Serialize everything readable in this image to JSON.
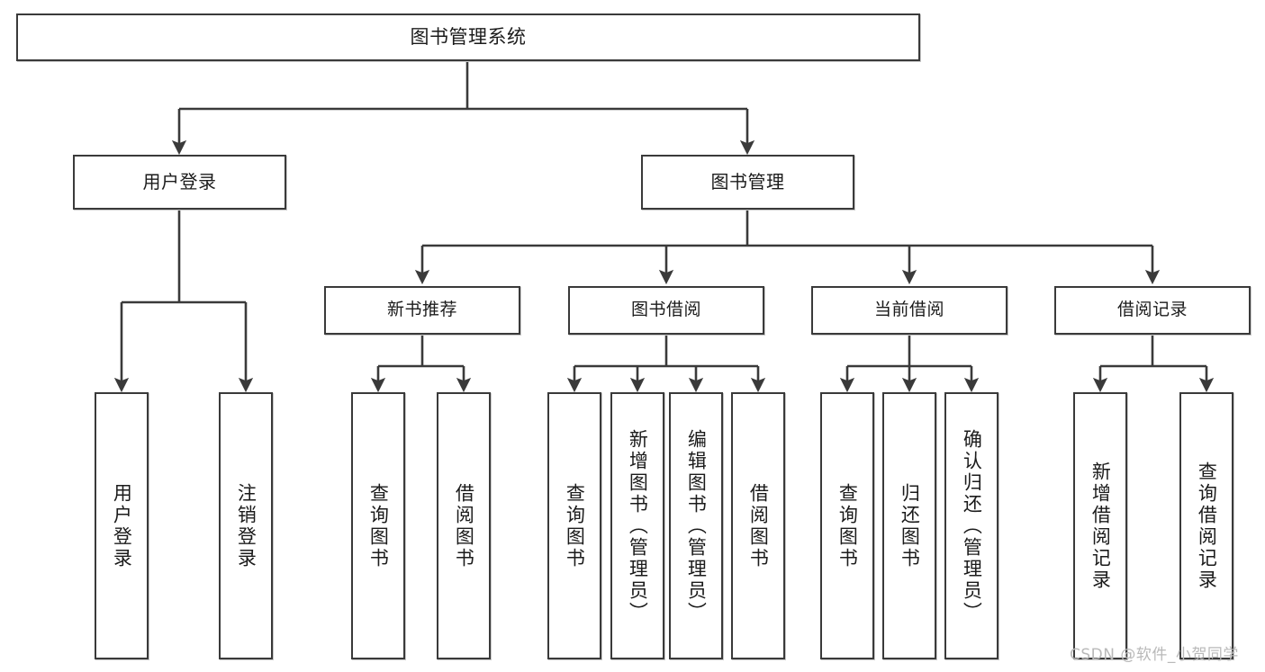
{
  "diagram": {
    "type": "hierarchy-tree",
    "title": "图书管理系统",
    "watermark": "CSDN @软件_小贺同学",
    "colors": {
      "stroke": "#3a3a3a",
      "fill": "#ffffff",
      "text": "#1b1b1b",
      "watermark": "#b9b9b9"
    },
    "nodes": {
      "root": {
        "label": "图书管理系统"
      },
      "level1": [
        {
          "id": "user-login",
          "label": "用户登录"
        },
        {
          "id": "book-management",
          "label": "图书管理"
        }
      ],
      "level2": [
        {
          "id": "new-book-recommend",
          "label": "新书推荐"
        },
        {
          "id": "book-borrow",
          "label": "图书借阅"
        },
        {
          "id": "current-borrow",
          "label": "当前借阅"
        },
        {
          "id": "borrow-record",
          "label": "借阅记录"
        }
      ],
      "leaves": {
        "user-login": [
          {
            "id": "leaf-user-login",
            "label": "用户登录"
          },
          {
            "id": "leaf-logout",
            "label": "注销登录"
          }
        ],
        "new-book-recommend": [
          {
            "id": "leaf-query-book-1",
            "label": "查询图书"
          },
          {
            "id": "leaf-borrow-book-1",
            "label": "借阅图书"
          }
        ],
        "book-borrow": [
          {
            "id": "leaf-query-book-2",
            "label": "查询图书"
          },
          {
            "id": "leaf-add-book",
            "label": "新增图书（管理员）"
          },
          {
            "id": "leaf-edit-book",
            "label": "编辑图书（管理员）"
          },
          {
            "id": "leaf-borrow-book-2",
            "label": "借阅图书"
          }
        ],
        "current-borrow": [
          {
            "id": "leaf-query-book-3",
            "label": "查询图书"
          },
          {
            "id": "leaf-return-book",
            "label": "归还图书"
          },
          {
            "id": "leaf-confirm-return",
            "label": "确认归还（管理员）"
          }
        ],
        "borrow-record": [
          {
            "id": "leaf-add-record",
            "label": "新增借阅记录"
          },
          {
            "id": "leaf-query-record",
            "label": "查询借阅记录"
          }
        ]
      }
    }
  }
}
